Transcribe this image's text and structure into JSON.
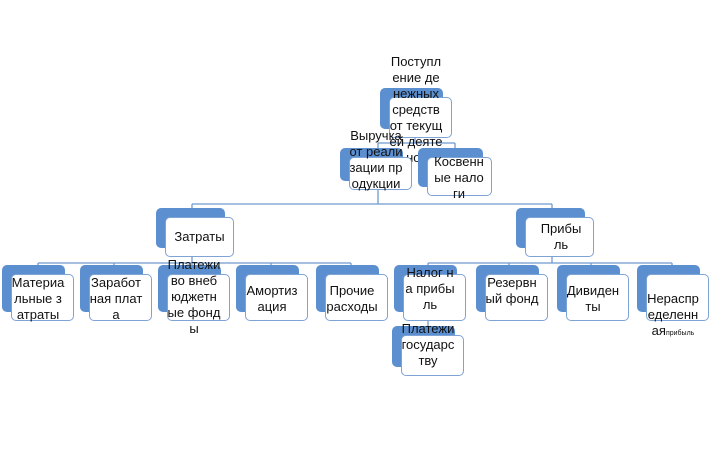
{
  "diagram": {
    "root": "Поступление денежных средств от текущей деятельности",
    "level1_left": "Выручка от реализации продукции",
    "level1_right": "Косвенные налоги",
    "level2_left": "Затраты",
    "level2_right": "Прибыль",
    "costs": [
      "Материальные затраты",
      "Заработная плата",
      "Платежи во внебюджетные фонды",
      "Амортизация",
      "Прочие расходы"
    ],
    "profit": [
      "Налог на прибыль",
      "Резервный фонд",
      "Дивиденты",
      "Нераспределенная"
    ],
    "profit_suffix": "прибыль",
    "tax_sub": "Платежи государству"
  },
  "colors": {
    "box_shadow": "#5b8fd0",
    "border": "#7ea3d5",
    "connector": "#6f99cf"
  }
}
